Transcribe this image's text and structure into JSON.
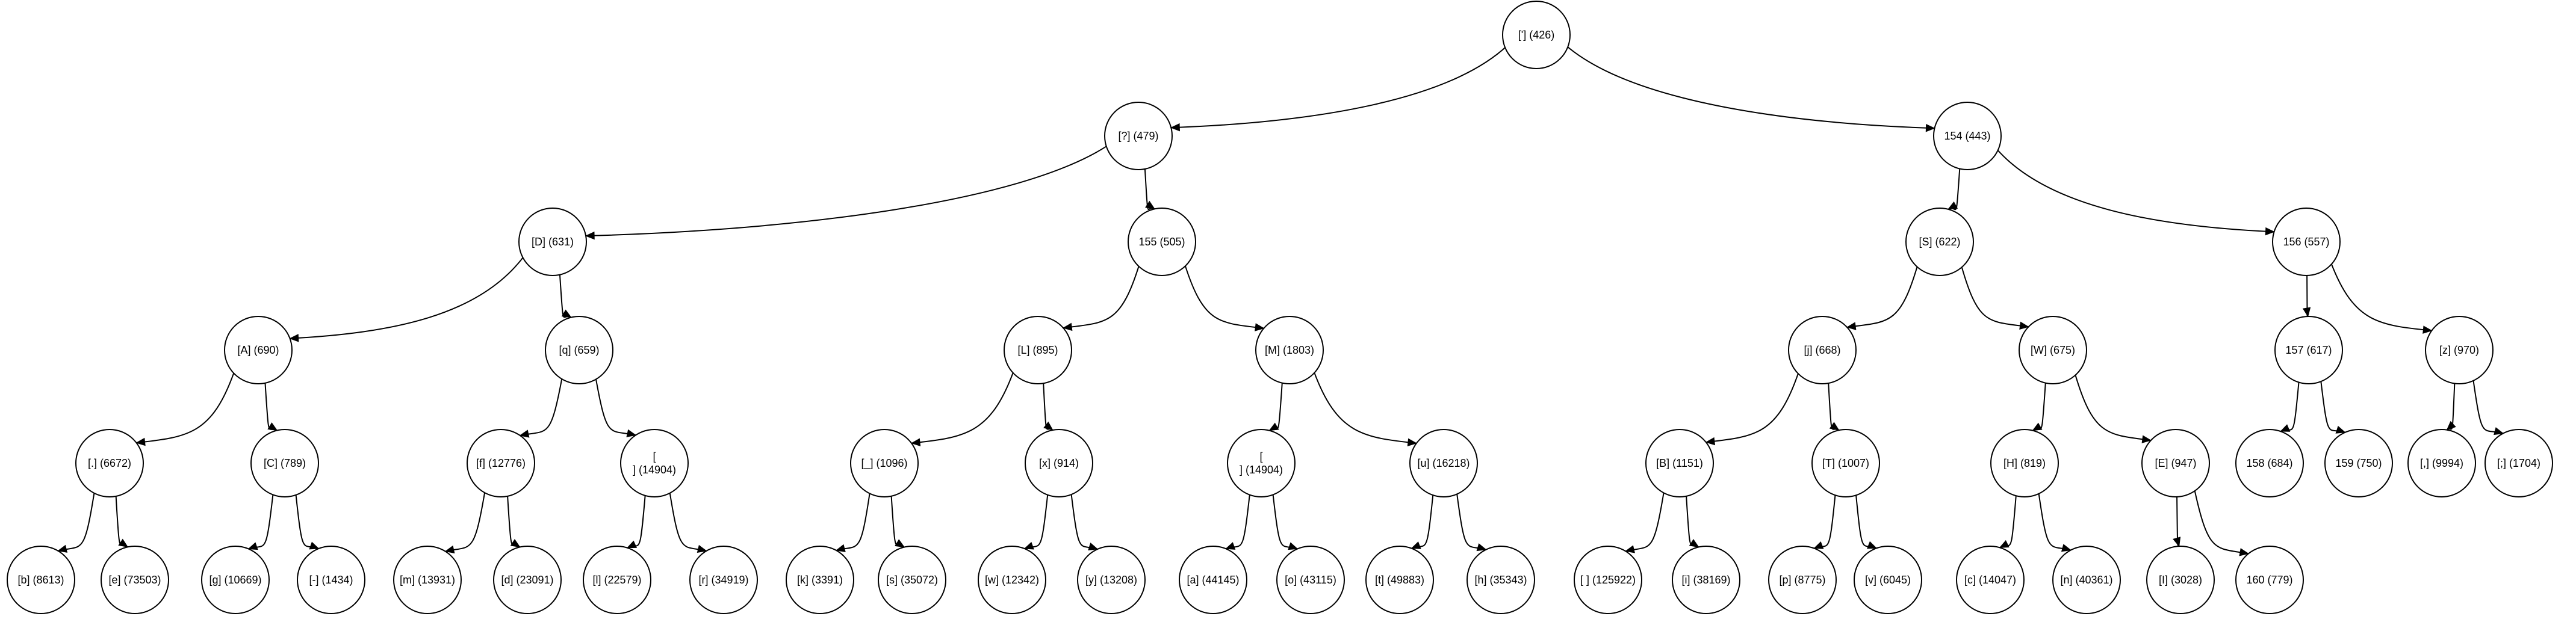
{
  "diagram": {
    "type": "binary-tree",
    "node_style": {
      "fill": "#ffffff",
      "stroke": "#000000",
      "text_color": "#000000"
    },
    "edge_style": {
      "color": "#000000",
      "directed": true
    },
    "nodes": [
      {
        "id": "n0",
        "lines": [
          "['] (426)"
        ]
      },
      {
        "id": "n1",
        "lines": [
          "[?] (479)"
        ]
      },
      {
        "id": "n2",
        "lines": [
          "154 (443)"
        ]
      },
      {
        "id": "n3",
        "lines": [
          "[D] (631)"
        ]
      },
      {
        "id": "n4",
        "lines": [
          "155 (505)"
        ]
      },
      {
        "id": "n5",
        "lines": [
          "[S] (622)"
        ]
      },
      {
        "id": "n6",
        "lines": [
          "156 (557)"
        ]
      },
      {
        "id": "n7",
        "lines": [
          "[A] (690)"
        ]
      },
      {
        "id": "n8",
        "lines": [
          "[q] (659)"
        ]
      },
      {
        "id": "n9",
        "lines": [
          "[L] (895)"
        ]
      },
      {
        "id": "n10",
        "lines": [
          "[M] (1803)"
        ]
      },
      {
        "id": "n11",
        "lines": [
          "[j] (668)"
        ]
      },
      {
        "id": "n12",
        "lines": [
          "[W] (675)"
        ]
      },
      {
        "id": "n13",
        "lines": [
          "157 (617)"
        ]
      },
      {
        "id": "n14",
        "lines": [
          "[z] (970)"
        ]
      },
      {
        "id": "n15",
        "lines": [
          "[.] (6672)"
        ]
      },
      {
        "id": "n16",
        "lines": [
          "[C] (789)"
        ]
      },
      {
        "id": "n17",
        "lines": [
          "[f] (12776)"
        ]
      },
      {
        "id": "n18",
        "lines": [
          "[",
          "] (14904)"
        ]
      },
      {
        "id": "n19",
        "lines": [
          "[_] (1096)"
        ]
      },
      {
        "id": "n20",
        "lines": [
          "[x] (914)"
        ]
      },
      {
        "id": "n21",
        "lines": [
          "[",
          "] (14904)"
        ]
      },
      {
        "id": "n22",
        "lines": [
          "[u] (16218)"
        ]
      },
      {
        "id": "n23",
        "lines": [
          "[B] (1151)"
        ]
      },
      {
        "id": "n24",
        "lines": [
          "[T] (1007)"
        ]
      },
      {
        "id": "n25",
        "lines": [
          "[H] (819)"
        ]
      },
      {
        "id": "n26",
        "lines": [
          "[E] (947)"
        ]
      },
      {
        "id": "n27",
        "lines": [
          "158 (684)"
        ]
      },
      {
        "id": "n28",
        "lines": [
          "159 (750)"
        ]
      },
      {
        "id": "n29",
        "lines": [
          "[,] (9994)"
        ]
      },
      {
        "id": "n30",
        "lines": [
          "[;] (1704)"
        ]
      },
      {
        "id": "n31",
        "lines": [
          "[b] (8613)"
        ]
      },
      {
        "id": "n32",
        "lines": [
          "[e] (73503)"
        ]
      },
      {
        "id": "n33",
        "lines": [
          "[g] (10669)"
        ]
      },
      {
        "id": "n34",
        "lines": [
          "[-] (1434)"
        ]
      },
      {
        "id": "n35",
        "lines": [
          "[m] (13931)"
        ]
      },
      {
        "id": "n36",
        "lines": [
          "[d] (23091)"
        ]
      },
      {
        "id": "n37",
        "lines": [
          "[l] (22579)"
        ]
      },
      {
        "id": "n38",
        "lines": [
          "[r] (34919)"
        ]
      },
      {
        "id": "n39",
        "lines": [
          "[k] (3391)"
        ]
      },
      {
        "id": "n40",
        "lines": [
          "[s] (35072)"
        ]
      },
      {
        "id": "n41",
        "lines": [
          "[w] (12342)"
        ]
      },
      {
        "id": "n42",
        "lines": [
          "[y] (13208)"
        ]
      },
      {
        "id": "n43",
        "lines": [
          "[a] (44145)"
        ]
      },
      {
        "id": "n44",
        "lines": [
          "[o] (43115)"
        ]
      },
      {
        "id": "n45",
        "lines": [
          "[t] (49883)"
        ]
      },
      {
        "id": "n46",
        "lines": [
          "[h] (35343)"
        ]
      },
      {
        "id": "n47",
        "lines": [
          "[ ] (125922)"
        ]
      },
      {
        "id": "n48",
        "lines": [
          "[i] (38169)"
        ]
      },
      {
        "id": "n49",
        "lines": [
          "[p] (8775)"
        ]
      },
      {
        "id": "n50",
        "lines": [
          "[v] (6045)"
        ]
      },
      {
        "id": "n51",
        "lines": [
          "[c] (14047)"
        ]
      },
      {
        "id": "n52",
        "lines": [
          "[n] (40361)"
        ]
      },
      {
        "id": "n53",
        "lines": [
          "[I] (3028)"
        ]
      },
      {
        "id": "n54",
        "lines": [
          "160 (779)"
        ]
      }
    ],
    "edges": [
      [
        "n0",
        "n1"
      ],
      [
        "n0",
        "n2"
      ],
      [
        "n1",
        "n3"
      ],
      [
        "n1",
        "n4"
      ],
      [
        "n2",
        "n5"
      ],
      [
        "n2",
        "n6"
      ],
      [
        "n3",
        "n7"
      ],
      [
        "n3",
        "n8"
      ],
      [
        "n4",
        "n9"
      ],
      [
        "n4",
        "n10"
      ],
      [
        "n5",
        "n11"
      ],
      [
        "n5",
        "n12"
      ],
      [
        "n6",
        "n13"
      ],
      [
        "n6",
        "n14"
      ],
      [
        "n7",
        "n15"
      ],
      [
        "n7",
        "n16"
      ],
      [
        "n8",
        "n17"
      ],
      [
        "n8",
        "n18"
      ],
      [
        "n9",
        "n19"
      ],
      [
        "n9",
        "n20"
      ],
      [
        "n10",
        "n21"
      ],
      [
        "n10",
        "n22"
      ],
      [
        "n11",
        "n23"
      ],
      [
        "n11",
        "n24"
      ],
      [
        "n12",
        "n25"
      ],
      [
        "n12",
        "n26"
      ],
      [
        "n13",
        "n27"
      ],
      [
        "n13",
        "n28"
      ],
      [
        "n14",
        "n29"
      ],
      [
        "n14",
        "n30"
      ],
      [
        "n15",
        "n31"
      ],
      [
        "n15",
        "n32"
      ],
      [
        "n16",
        "n33"
      ],
      [
        "n16",
        "n34"
      ],
      [
        "n17",
        "n35"
      ],
      [
        "n17",
        "n36"
      ],
      [
        "n18",
        "n37"
      ],
      [
        "n18",
        "n38"
      ],
      [
        "n19",
        "n39"
      ],
      [
        "n19",
        "n40"
      ],
      [
        "n20",
        "n41"
      ],
      [
        "n20",
        "n42"
      ],
      [
        "n21",
        "n43"
      ],
      [
        "n21",
        "n44"
      ],
      [
        "n22",
        "n45"
      ],
      [
        "n22",
        "n46"
      ],
      [
        "n23",
        "n47"
      ],
      [
        "n23",
        "n48"
      ],
      [
        "n24",
        "n49"
      ],
      [
        "n24",
        "n50"
      ],
      [
        "n25",
        "n51"
      ],
      [
        "n25",
        "n52"
      ],
      [
        "n26",
        "n53"
      ],
      [
        "n26",
        "n54"
      ]
    ]
  }
}
